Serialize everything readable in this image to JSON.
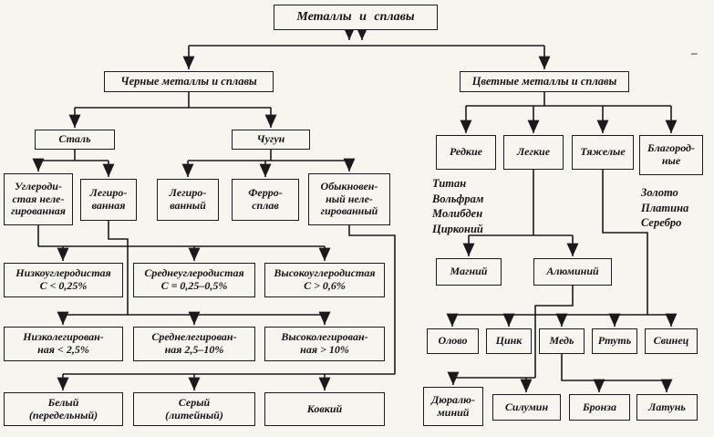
{
  "title": "Металлы и сплавы",
  "colors": {
    "line": "#1a1a1a",
    "border": "#1b1b1b",
    "background": "#f6f5f0",
    "text": "#141414"
  },
  "nodes": {
    "root": "Металлы и сплавы",
    "ferrous": "Черные металлы и сплавы",
    "nonferrous": "Цветные металлы и сплавы",
    "steel": "Сталь",
    "iron": "Чугун",
    "carbon_steel": "Углероди-\nстая неле-\nгированная",
    "alloyed_steel": "Легиро-\nванная",
    "alloyed_iron": "Легиро-\nванный",
    "ferroalloy": "Ферро-\nсплав",
    "ordinary_iron": "Обыкновен-\nный неле-\nгированный",
    "low_carbon": "Низкоуглеродистая\nС < 0,25%",
    "mid_carbon": "Среднеуглеродистая\nС = 0,25–0,5%",
    "high_carbon": "Высокоуглеродистая\nС > 0,6%",
    "low_alloy": "Низколегирован-\nная < 2,5%",
    "mid_alloy": "Среднелегирован-\nная 2,5–10%",
    "high_alloy": "Высоколегирован-\nная > 10%",
    "white_iron": "Белый\n(передельный)",
    "grey_iron": "Серый\n(литейный)",
    "malleable_iron": "Ковкий",
    "rare": "Редкие",
    "light": "Легкие",
    "heavy": "Тяжелые",
    "noble": "Благород-\nные",
    "rare_metals": "Титан\nВольфрам\nМолибден\nЦирконий",
    "noble_metals": "Золото\nПлатина\nСеребро",
    "magnesium": "Магний",
    "aluminum": "Алюминий",
    "tin": "Олово",
    "zinc": "Цинк",
    "copper": "Медь",
    "mercury": "Ртуть",
    "lead": "Свинец",
    "duralumin": "Дюралю-\nминий",
    "silumin": "Силумин",
    "bronze": "Бронза",
    "brass": "Латунь"
  },
  "artifacts": {
    "corner_mark": "–"
  }
}
